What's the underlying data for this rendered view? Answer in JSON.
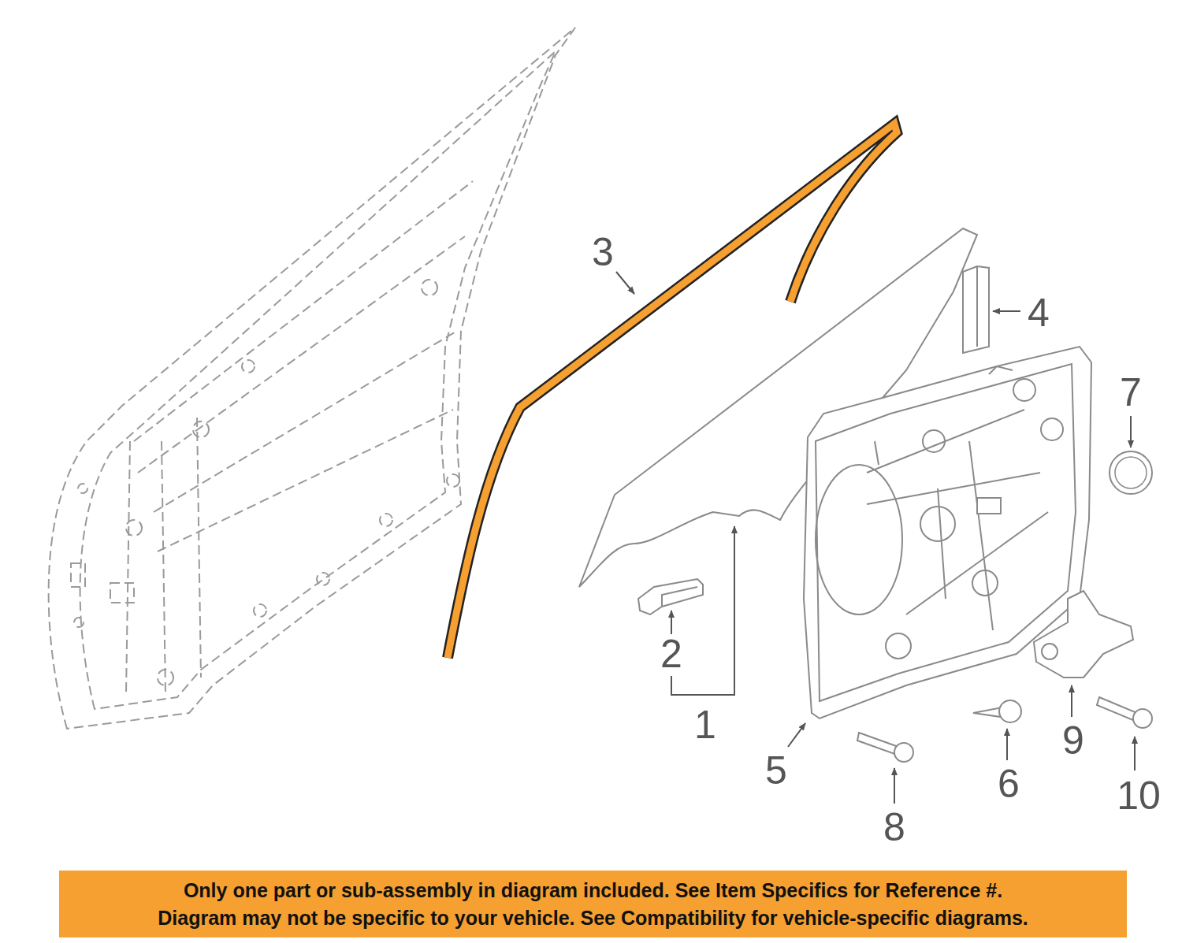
{
  "diagram": {
    "nodes": [
      {
        "text": [
          "Only one part or sub-assembly in diagram included. See Item Specifics for Reference #.",
          "Diagram may not be specific to your vehicle. See Compatibility for vehicle-specific diagrams."
        ]
      }
    ],
    "labels": [
      "3",
      "4",
      "7",
      "2",
      "1",
      "5",
      "6",
      "8",
      "9",
      "10"
    ]
  }
}
